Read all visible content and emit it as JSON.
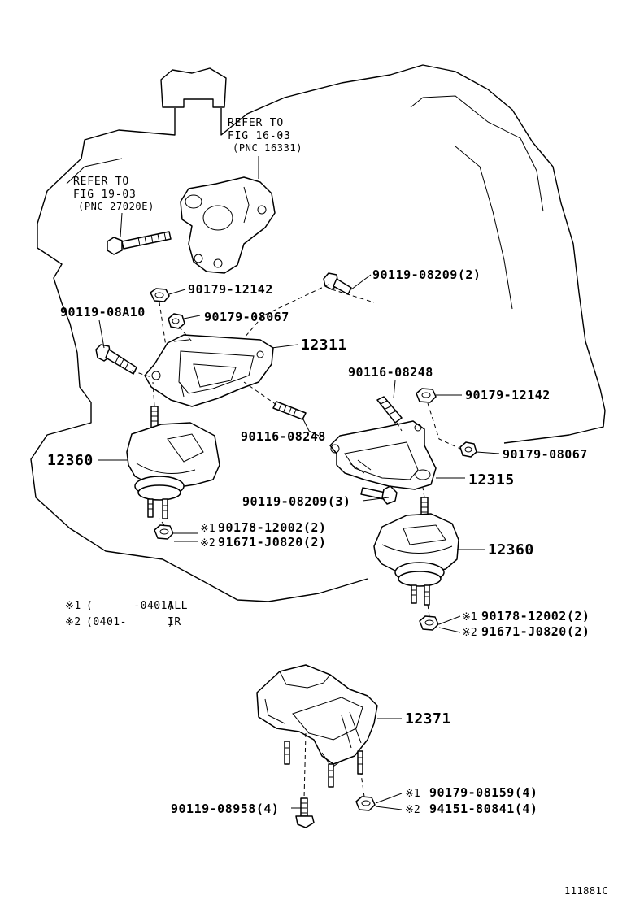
{
  "refs": [
    {
      "line1": "REFER TO",
      "line2": "FIG 16-03",
      "line3": "(PNC 16331)"
    },
    {
      "line1": "REFER TO",
      "line2": "FIG 19-03",
      "line3": "(PNC 27020E)"
    }
  ],
  "callouts": {
    "p_90119_08209_2": "90119-08209(2)",
    "p_90179_12142_a": "90179-12142",
    "p_90119_08A10": "90119-08A10",
    "p_90179_08067_a": "90179-08067",
    "p_12311": "12311",
    "p_90116_08248_a": "90116-08248",
    "p_90179_12142_b": "90179-12142",
    "p_90116_08248_b": "90116-08248",
    "p_90179_08067_b": "90179-08067",
    "p_12360_left": "12360",
    "p_12315": "12315",
    "p_90119_08209_3": "90119-08209(3)",
    "p_12360_right": "12360",
    "p_12371": "12371",
    "p_90119_08958_4": "90119-08958(4)"
  },
  "marked_parts": [
    {
      "mark": "※1",
      "part": "90178-12002(2)"
    },
    {
      "mark": "※2",
      "part": "91671-J0820(2)"
    },
    {
      "mark": "※1",
      "part": "90178-12002(2)"
    },
    {
      "mark": "※2",
      "part": "91671-J0820(2)"
    },
    {
      "mark": "※1",
      "part": "90179-08159(4)"
    },
    {
      "mark": "※2",
      "part": "94151-80841(4)"
    }
  ],
  "notes": [
    {
      "mark": "※1",
      "range": "(      -0401)",
      "scope": "ALL"
    },
    {
      "mark": "※2",
      "range": "(0401-      )",
      "scope": "IR"
    }
  ],
  "diagram_code": "111881C"
}
